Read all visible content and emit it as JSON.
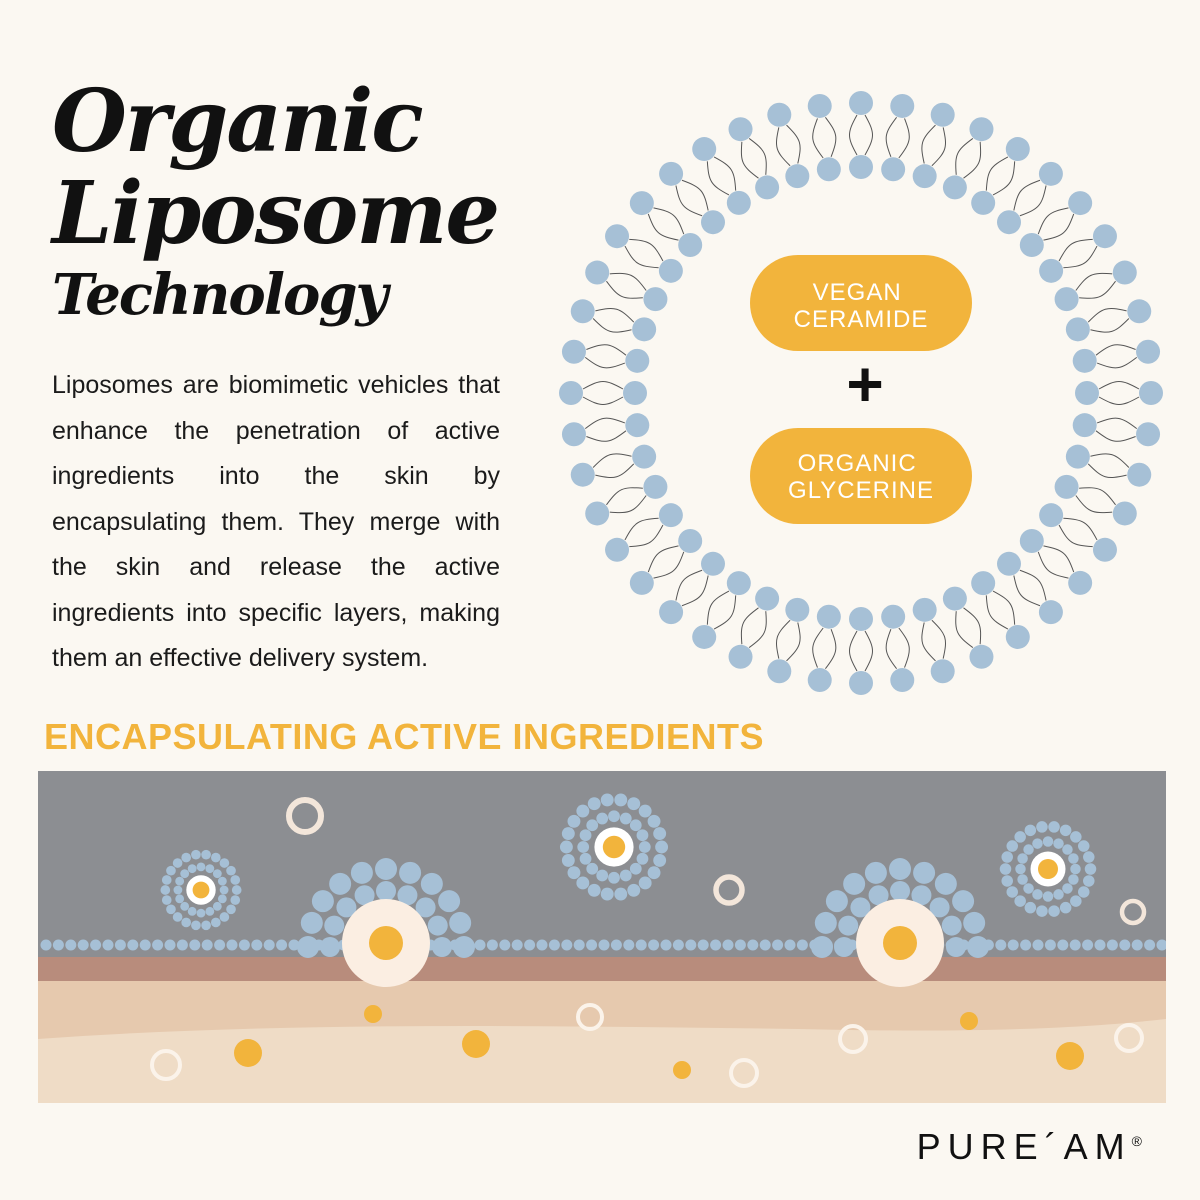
{
  "title": {
    "line1": "Organic",
    "line2": "Liposome",
    "line3": "Technology"
  },
  "description": "Liposomes are biomimetic vehicles that enhance the penetration of active ingredients into the skin by encapsulating them. They merge with the skin and release the active ingredients into specific layers, making them an effective delivery system.",
  "liposome": {
    "ingredient_1": "VEGAN CERAMIDE",
    "plus": "+",
    "ingredient_2": "ORGANIC GLYCERINE"
  },
  "section_heading": "ENCAPSULATING ACTIVE INGREDIENTS",
  "brand": {
    "name": "PURE´AM",
    "mark": "®"
  },
  "colors": {
    "background": "#fbf8f2",
    "lipid_head": "#a6c0d6",
    "accent_yellow": "#f2b43c",
    "water_gray": "#8c8e92",
    "skin_band": "#b88c7c",
    "skin_layer_1": "#e6c9ae",
    "skin_layer_2": "#efdcc6"
  }
}
